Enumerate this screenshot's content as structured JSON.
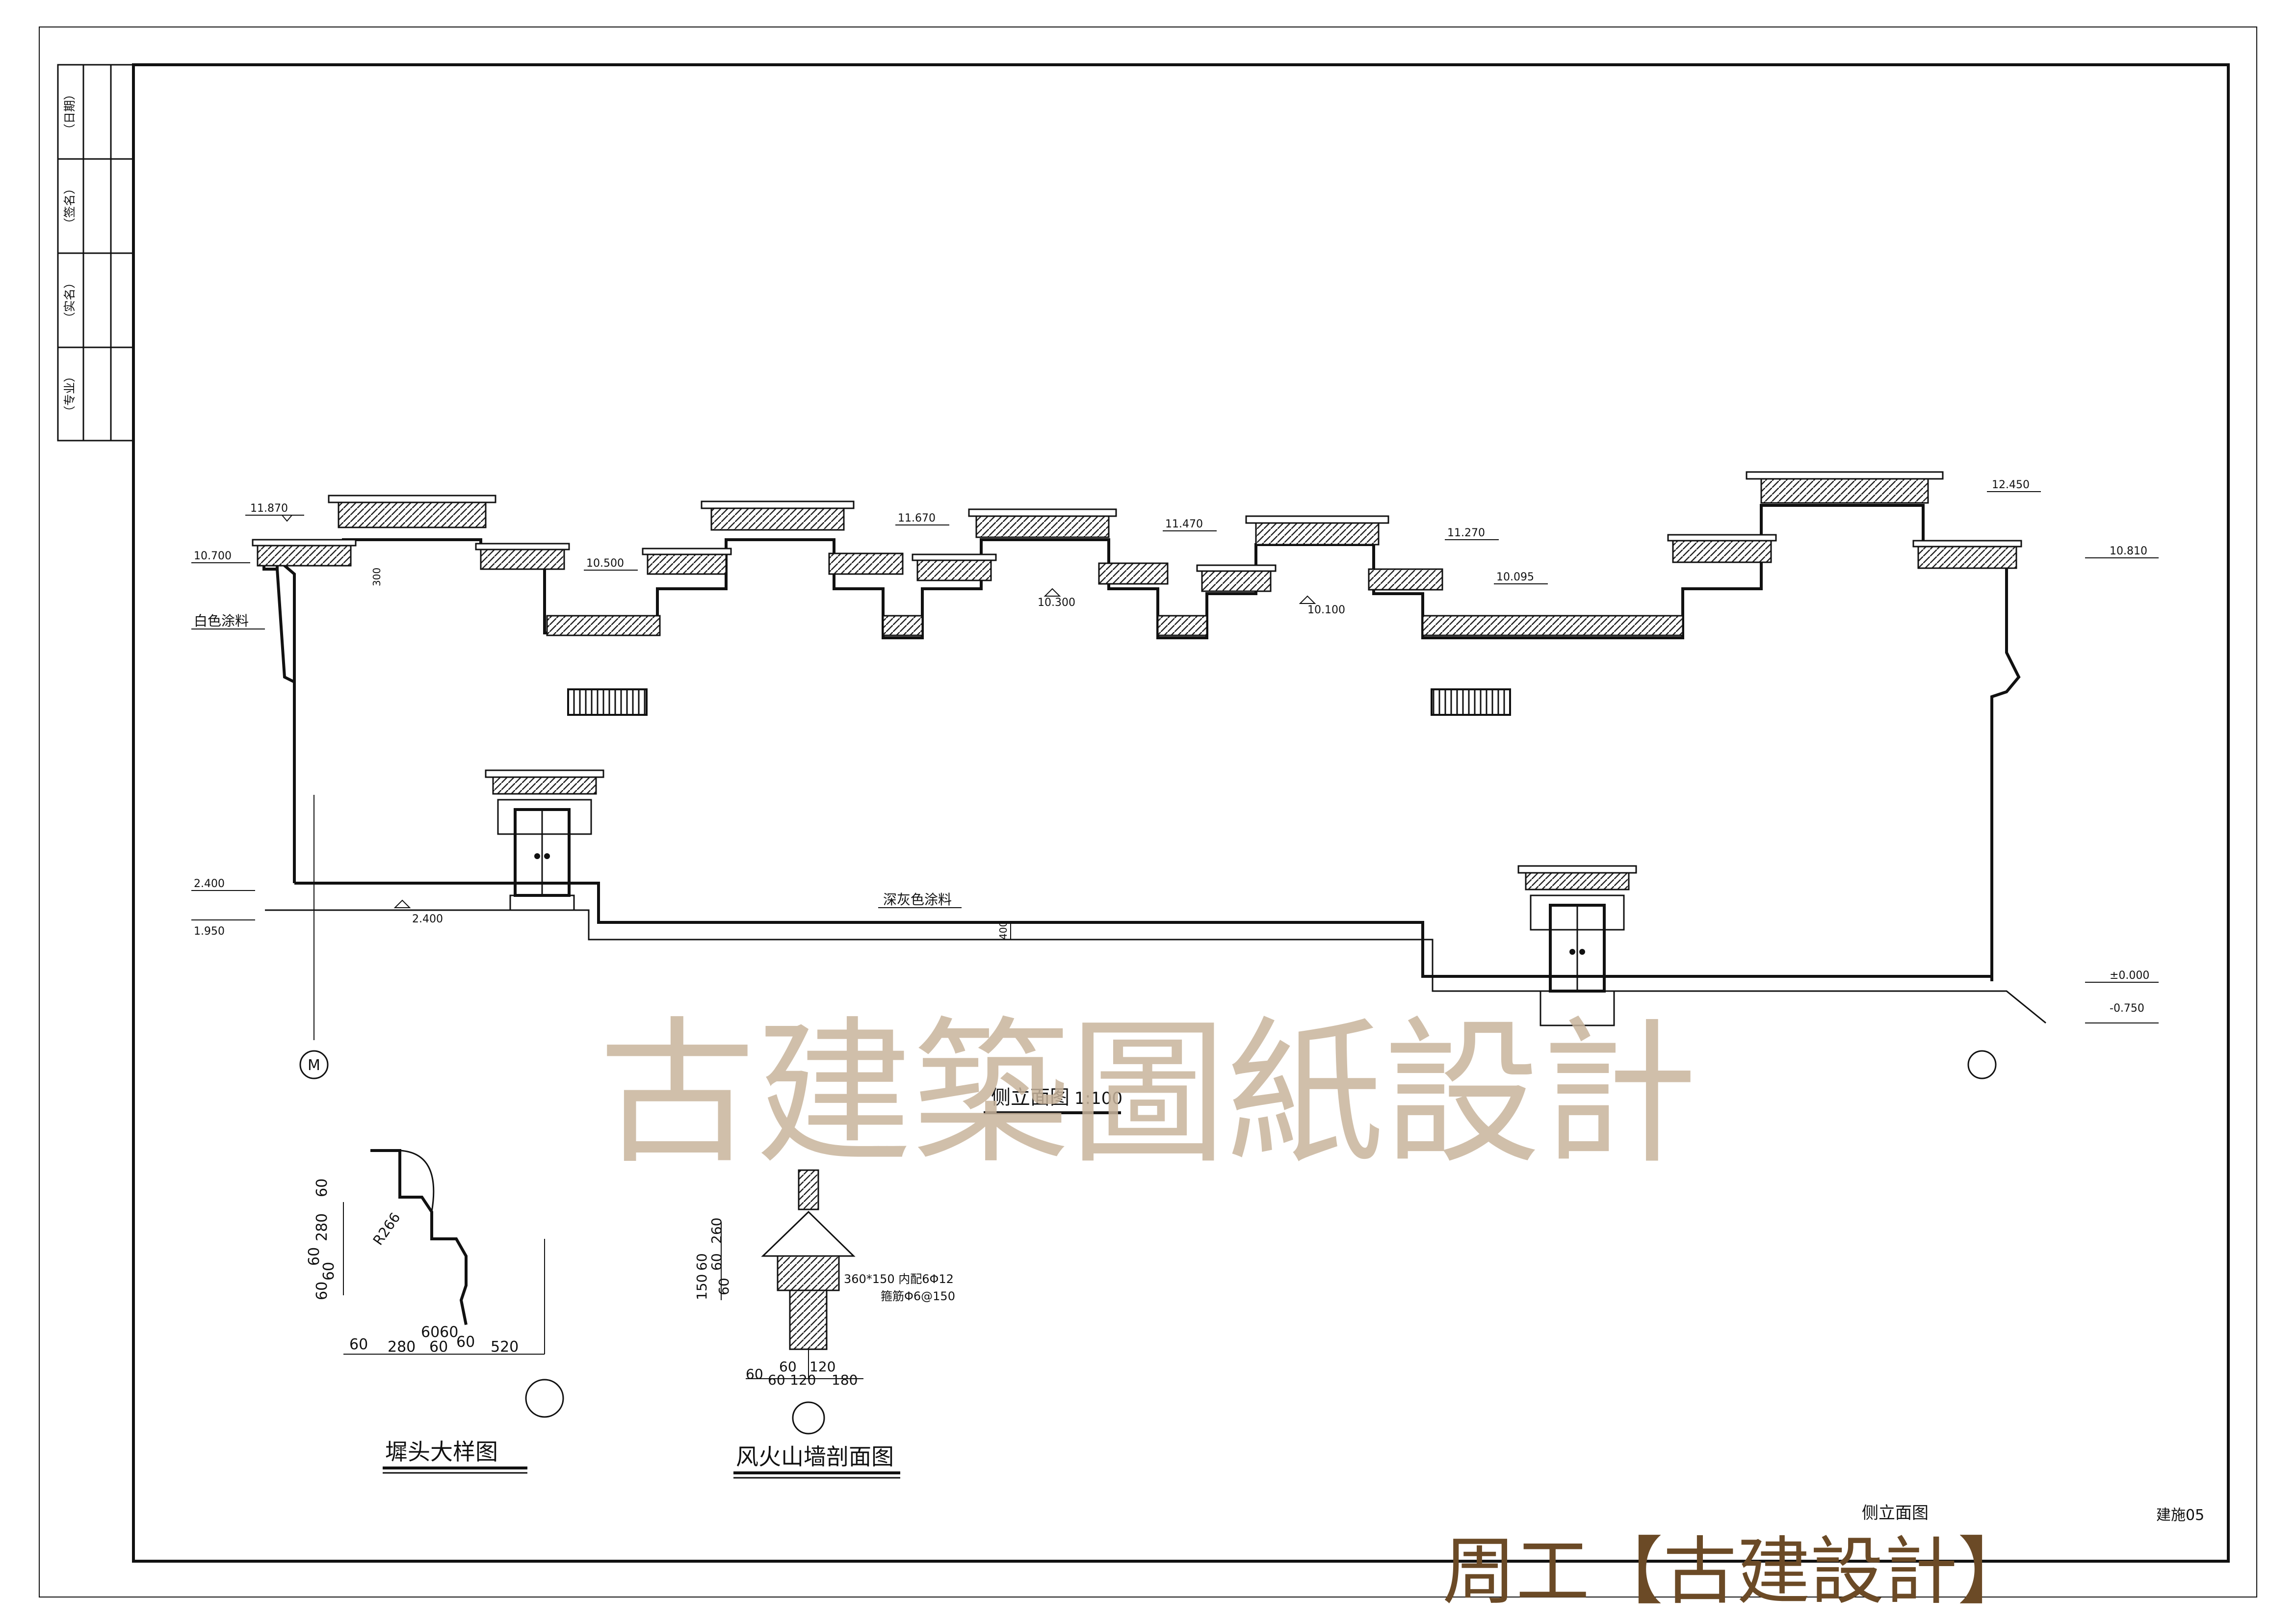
{
  "title_block": {
    "cells": [
      "（日期）",
      "（签名）",
      "（实名）",
      "（专业）"
    ]
  },
  "elevation": {
    "levels": {
      "l1": "11.870",
      "l2": "10.700",
      "l3": "10.500",
      "l4": "11.670",
      "l5": "10.300",
      "l6": "11.470",
      "l7": "10.100",
      "l8": "11.270",
      "l9": "10.095",
      "l10": "12.450",
      "l11": "10.810",
      "l12": "2.400",
      "l13": "1.950",
      "l14": "2.400",
      "l15": "±0.000",
      "l16": "-0.750"
    },
    "notes": {
      "white_paint": "白色涂料",
      "dark_gray_paint": "深灰色涂料",
      "dim_400": "400",
      "dim_300": "300"
    },
    "axis_left": "M",
    "caption": "侧立面图",
    "scale": "1:100"
  },
  "detail1": {
    "title": "墀头大样图",
    "radius": "R266",
    "vdims": [
      "60",
      "280",
      "60",
      "60",
      "60"
    ],
    "hdims": [
      "60",
      "280",
      "6060",
      "60",
      "60",
      "520"
    ]
  },
  "detail2": {
    "title": "风火山墙剖面图",
    "vdims": [
      "60",
      "260",
      "60",
      "60",
      "150"
    ],
    "hdims": [
      "60",
      "60",
      "60",
      "120",
      "120",
      "180"
    ],
    "note1": "360*150 内配6Φ12",
    "note2": "箍筋Φ6@150"
  },
  "footer": {
    "sheet_title": "侧立面图",
    "sheet_no": "建施05"
  },
  "watermark": {
    "main": "古建築圖紙設計",
    "signature": "周工【古建設計】"
  }
}
